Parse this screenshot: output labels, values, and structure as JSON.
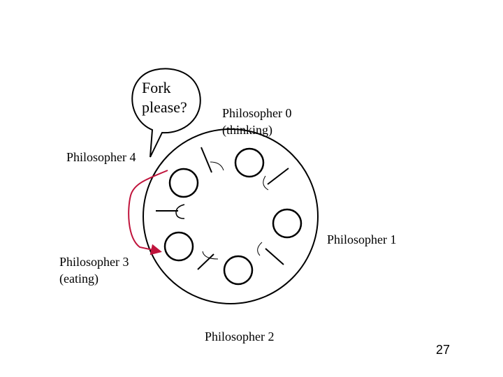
{
  "speech_bubble": {
    "line1": "Fork",
    "line2": "please?"
  },
  "philosophers": {
    "p0": {
      "name": "Philosopher 0",
      "state": "(thinking)"
    },
    "p1": {
      "name": "Philosopher 1"
    },
    "p2": {
      "name": "Philosopher 2"
    },
    "p3": {
      "name": "Philosopher 3",
      "state": "(eating)"
    },
    "p4": {
      "name": "Philosopher 4"
    }
  },
  "page_number": "27",
  "colors": {
    "ink": "#000000",
    "arrow": "#c0143c"
  }
}
